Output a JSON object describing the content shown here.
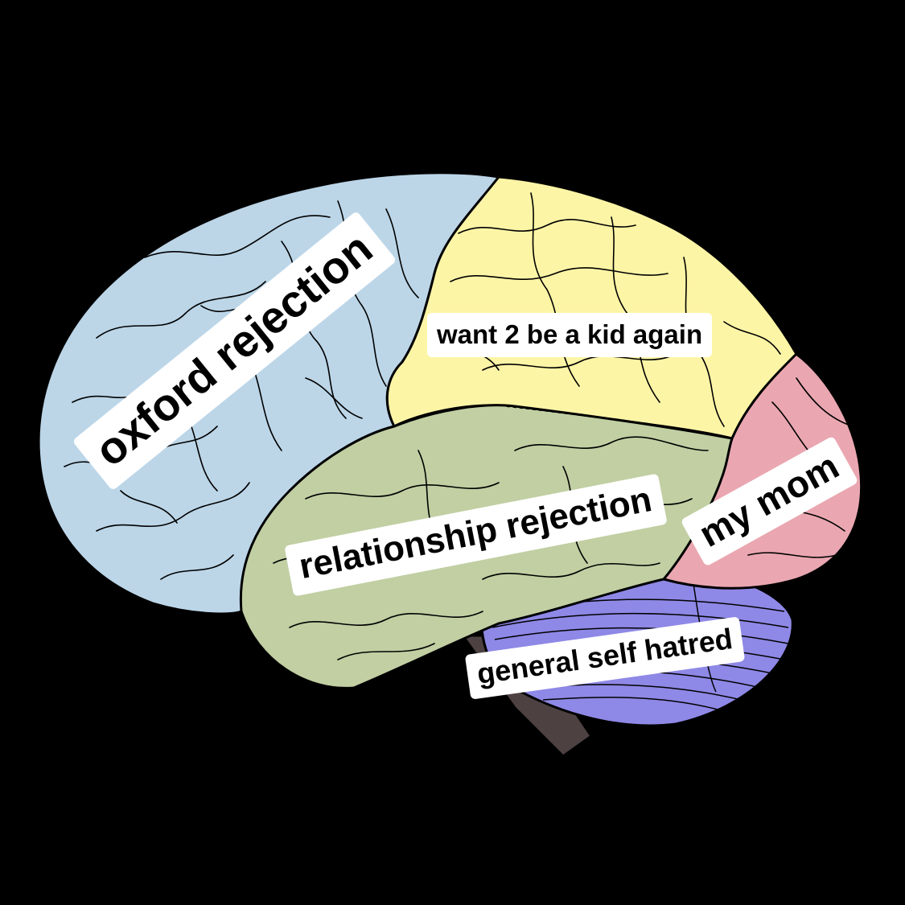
{
  "background_color": "#000000",
  "region_colors": {
    "frontal": "#bcd6e8",
    "parietal": "#fdf5a6",
    "temporal": "#c1cfa3",
    "occipital": "#eaa7b1",
    "cerebellum": "#8e88e6",
    "brainstem": "#4d4141"
  },
  "labels": {
    "frontal": "oxford rejection",
    "parietal": "want 2 be a kid again",
    "temporal": "relationship rejection",
    "occipital": "my mom",
    "cerebellum": "general self hatred"
  }
}
